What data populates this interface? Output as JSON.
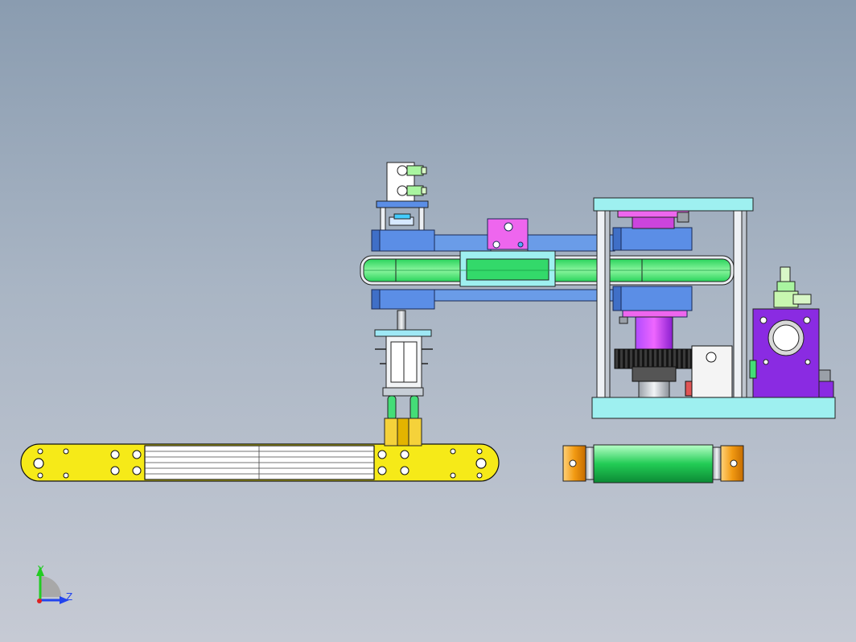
{
  "triad": {
    "y_label": "Y",
    "z_label": "Z",
    "colors": {
      "y": "#22cc22",
      "z": "#2244ee",
      "origin": "#dd2222"
    }
  },
  "palette": {
    "steel_blue": "#5b8ee6",
    "light_cyan": "#9ef0f0",
    "belt_green": "#33d96a",
    "magenta": "#ee55ee",
    "violet": "#8a2be2",
    "yellow": "#f5e61a",
    "orange": "#f2a01c",
    "gear_dark": "#2a2a2a",
    "frame_grey": "#dde3ea"
  },
  "parts": [
    "linear-rail",
    "gripper-assembly",
    "pneumatic-cylinder",
    "swing-arm",
    "timing-belt",
    "column-frame",
    "rack-gear",
    "motor-mount",
    "guide-roller"
  ]
}
